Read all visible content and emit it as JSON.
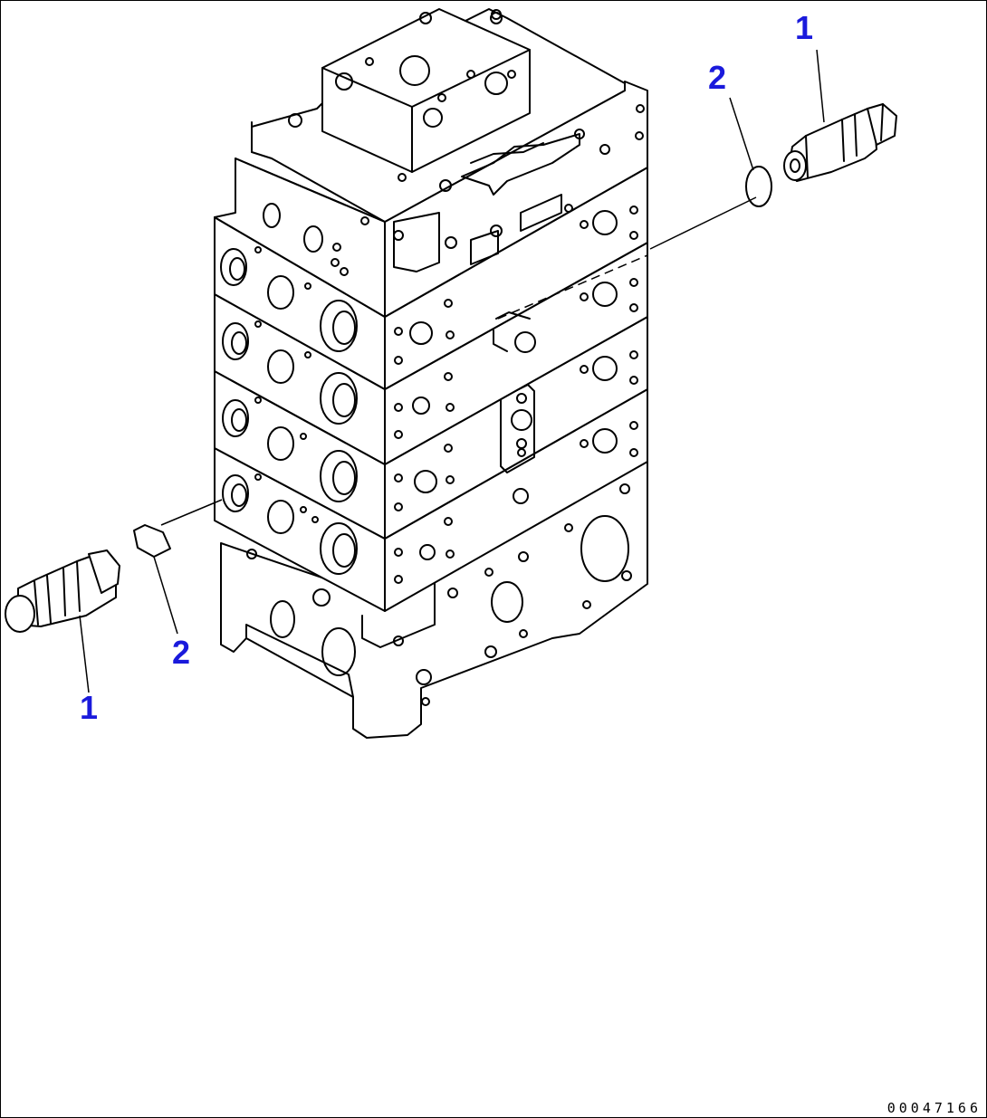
{
  "diagram": {
    "callouts": [
      {
        "label": "1"
      },
      {
        "label": "2"
      },
      {
        "label": "1"
      },
      {
        "label": "2"
      }
    ],
    "document_number": "00047166",
    "callout_color": "#1a1adc",
    "line_color": "#000000"
  }
}
